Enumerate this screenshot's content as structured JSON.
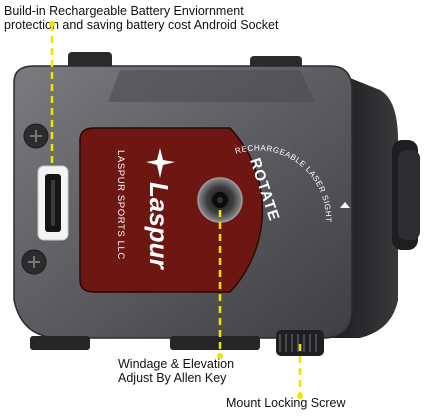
{
  "captions": {
    "battery_line1": "Build-in Rechargeable Battery Enviornment",
    "battery_line2": "protection and saving battery cost Android Socket",
    "windage_line1": "Windage & Elevation",
    "windage_line2": "Adjust By Allen Key",
    "mount": "Mount Locking Screw"
  },
  "device": {
    "brand": "Laspur",
    "company": "LASPUR SPORTS LLC",
    "rotate": "ROTATE",
    "arc_text": "RECHARGEABLE LASER SIGHT"
  },
  "colors": {
    "body": "#5b5c5f",
    "panel": "#6d1612",
    "leader": "#f2e200"
  }
}
